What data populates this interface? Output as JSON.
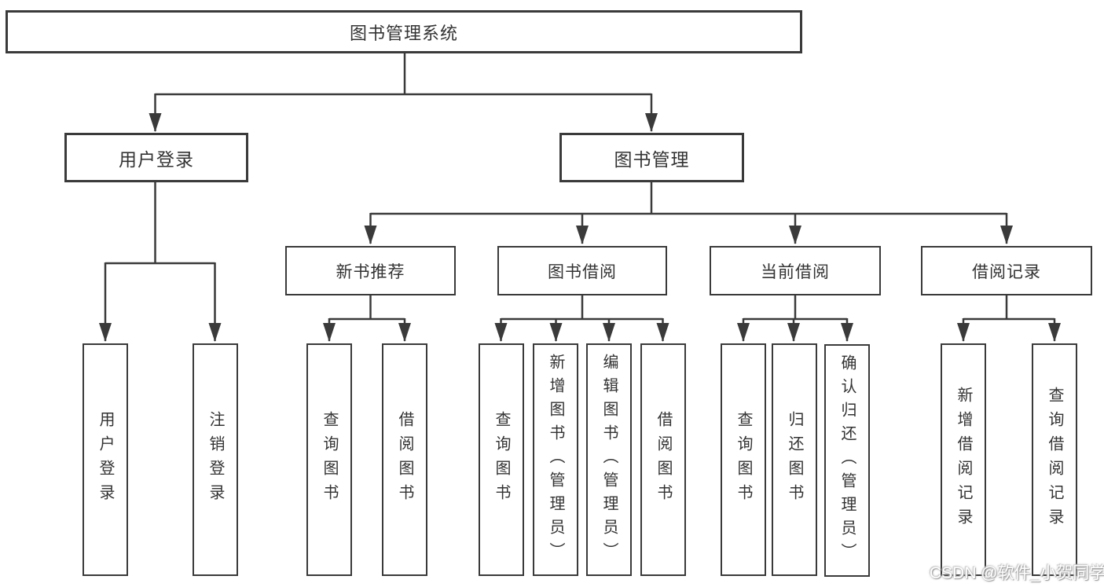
{
  "watermark": {
    "text": "CSDN @软件_小贺同学"
  },
  "colors": {
    "line": "#3a3a3a",
    "box_border": "#3a3a3a",
    "box_fill": "#ffffff",
    "text": "#333333"
  },
  "tree": {
    "root": "图书管理系统",
    "branches": [
      {
        "label": "用户登录",
        "children": [
          "用户登录",
          "注销登录"
        ]
      },
      {
        "label": "图书管理",
        "sections": [
          {
            "label": "新书推荐",
            "children": [
              "查询图书",
              "借阅图书"
            ]
          },
          {
            "label": "图书借阅",
            "children": [
              "查询图书",
              "新增图书（管理员）",
              "编辑图书（管理员）",
              "借阅图书"
            ]
          },
          {
            "label": "当前借阅",
            "children": [
              "查询图书",
              "归还图书",
              "确认归还（管理员）"
            ]
          },
          {
            "label": "借阅记录",
            "children": [
              "新增借阅记录",
              "查询借阅记录"
            ]
          }
        ]
      }
    ]
  }
}
